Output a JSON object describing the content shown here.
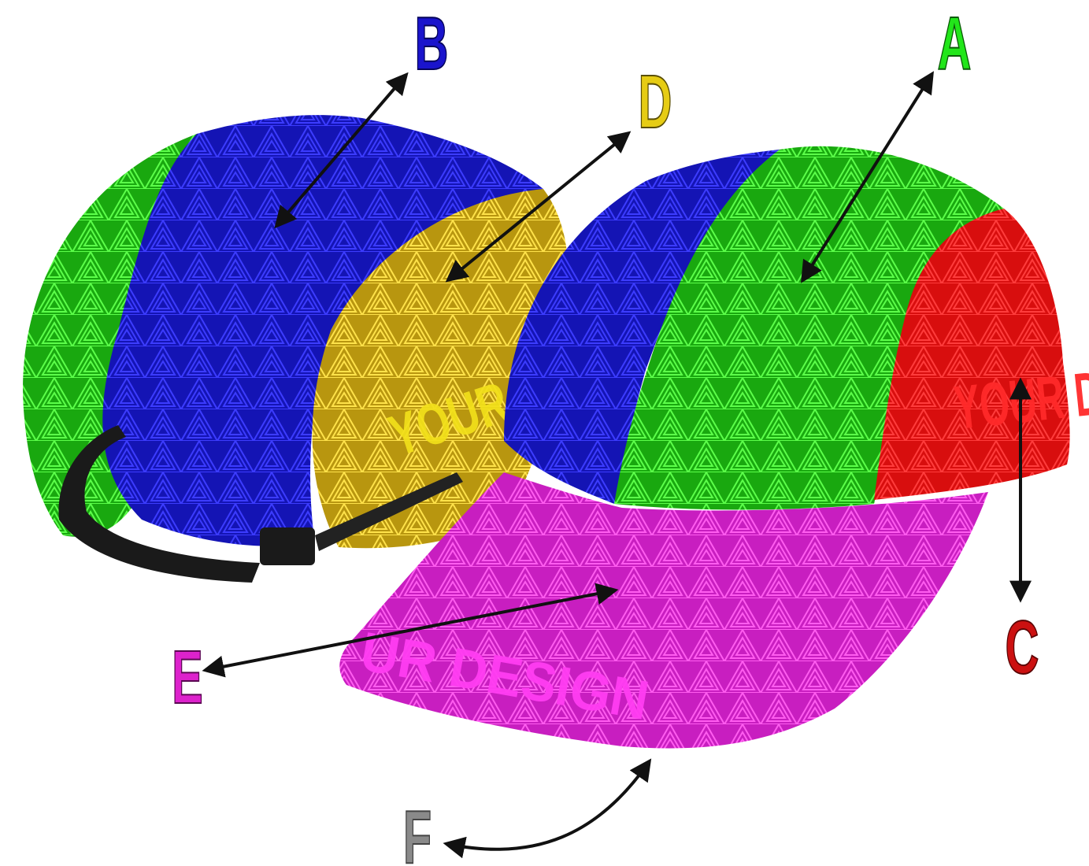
{
  "labels": {
    "A": {
      "text": "A",
      "color": "#22e61a"
    },
    "B": {
      "text": "B",
      "color": "#1a14cc"
    },
    "C": {
      "text": "C",
      "color": "#cc1111"
    },
    "D": {
      "text": "D",
      "color": "#e6cc14"
    },
    "E": {
      "text": "E",
      "color": "#dd22cc"
    },
    "F": {
      "text": "F",
      "color": "#8a8a8a"
    }
  },
  "print_texts": {
    "back_panel": "YOUR D",
    "side_panel": "YOUR D",
    "brim": "UR DESIGN"
  },
  "panel_colors": {
    "front_green": "#19a80f",
    "side_blue": "#1414b4",
    "side_red": "#d80e0e",
    "back_gold": "#b8960f",
    "brim_magenta": "#c81ec0",
    "strap": "#1a1a1a",
    "pattern_green": "#5cff4a",
    "pattern_blue": "#3c3cff",
    "pattern_red": "#ff3c3c",
    "pattern_gold": "#ffe24a",
    "pattern_magenta": "#ff5cf0"
  }
}
